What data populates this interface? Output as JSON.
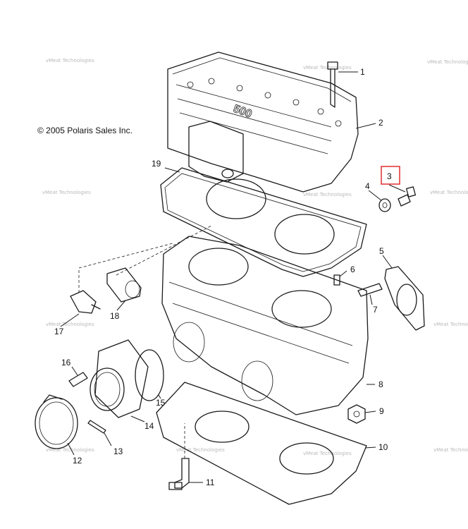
{
  "copyright": "© 2005 Polaris Sales Inc.",
  "watermark": {
    "line1": "vMeat Technologies",
    "line2": "Technologies"
  },
  "highlight_color": "#e23b3b",
  "highlighted_part": "3",
  "callouts": [
    "1",
    "2",
    "3",
    "4",
    "5",
    "6",
    "7",
    "8",
    "9",
    "10",
    "11",
    "12",
    "13",
    "14",
    "15",
    "16",
    "17",
    "18",
    "19"
  ]
}
